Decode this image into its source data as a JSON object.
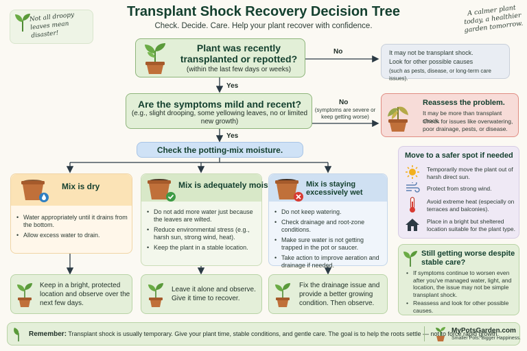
{
  "header": {
    "title": "Transplant Shock Recovery Decision Tree",
    "subtitle": "Check. Decide. Care. Help your plant recover with confidence.",
    "note_left": "Not all droopy leaves mean disaster!",
    "note_right": "A calmer plant today, a healthier garden tomorrow."
  },
  "q1": {
    "title": "Plant was recently transplanted or repotted?",
    "sub": "(within the last few days or weeks)",
    "no_label": "No",
    "yes_label": "Yes"
  },
  "no1": {
    "line1": "It may not be transplant shock.",
    "line2": "Look for other possible causes",
    "line3": "(such as pests, disease, or long-term care issues)."
  },
  "q2": {
    "title": "Are the symptoms mild and recent?",
    "sub": "(e.g., slight drooping, some yellowing leaves, no or limited new growth)",
    "no_label": "No",
    "no_sub": "(symptoms are severe or keep getting worse)",
    "yes_label": "Yes"
  },
  "reassess": {
    "title": "Reassess the problem.",
    "line1": "It may be more than transplant shock.",
    "line2": "Check for issues like overwatering, poor drainage, pests, or disease."
  },
  "check": {
    "label": "Check the potting-mix moisture."
  },
  "columns": {
    "dry": {
      "title": "Mix is dry",
      "bullets": [
        "Water appropriately until it drains from the bottom.",
        "Allow excess water to drain."
      ],
      "result": "Keep in a bright, protected location and observe over the next few days."
    },
    "moist": {
      "title": "Mix is adequately moist",
      "bullets": [
        "Do not add more water just because the leaves are wilted.",
        "Reduce environmental stress (e.g., harsh sun, strong wind, heat).",
        "Keep the plant in a stable location."
      ],
      "result": "Leave it alone and observe. Give it time to recover."
    },
    "wet": {
      "title": "Mix is staying excessively wet",
      "bullets": [
        "Do not keep watering.",
        "Check drainage and root-zone conditions.",
        "Make sure water is not getting trapped in the pot or saucer.",
        "Take action to improve aeration and drainage if needed."
      ],
      "result": "Fix the drainage issue and provide a better growing condition. Then observe."
    }
  },
  "safer_spot": {
    "title": "Move to a safer spot if needed",
    "items": [
      {
        "icon": "sun-icon",
        "text": "Temporarily move the plant out of harsh direct sun."
      },
      {
        "icon": "wind-icon",
        "text": "Protect from strong wind."
      },
      {
        "icon": "thermometer-icon",
        "text": "Avoid extreme heat (especially on terraces and balconies)."
      },
      {
        "icon": "house-icon",
        "text": "Place in a bright but sheltered location suitable for the plant type."
      }
    ]
  },
  "worse": {
    "title": "Still getting worse despite stable care?",
    "bullets": [
      "If symptoms continue to worsen even after you've managed water, light, and location, the issue may not be simple transplant shock.",
      "Reassess and look for other possible causes."
    ]
  },
  "footer": {
    "remember_label": "Remember:",
    "remember_text": "Transplant shock is usually temporary. Give your plant time, stable conditions, and gentle care. The goal is to help the roots settle — not to force rapid growth.",
    "brand": "MyPotsGarden.com",
    "tagline": "Smaller Pots. Bigger Happiness."
  },
  "colors": {
    "dark_green": "#14402f",
    "leaf_green": "#5a9a3a",
    "pot_brown": "#c0703a",
    "arrow": "#2b3a44"
  }
}
